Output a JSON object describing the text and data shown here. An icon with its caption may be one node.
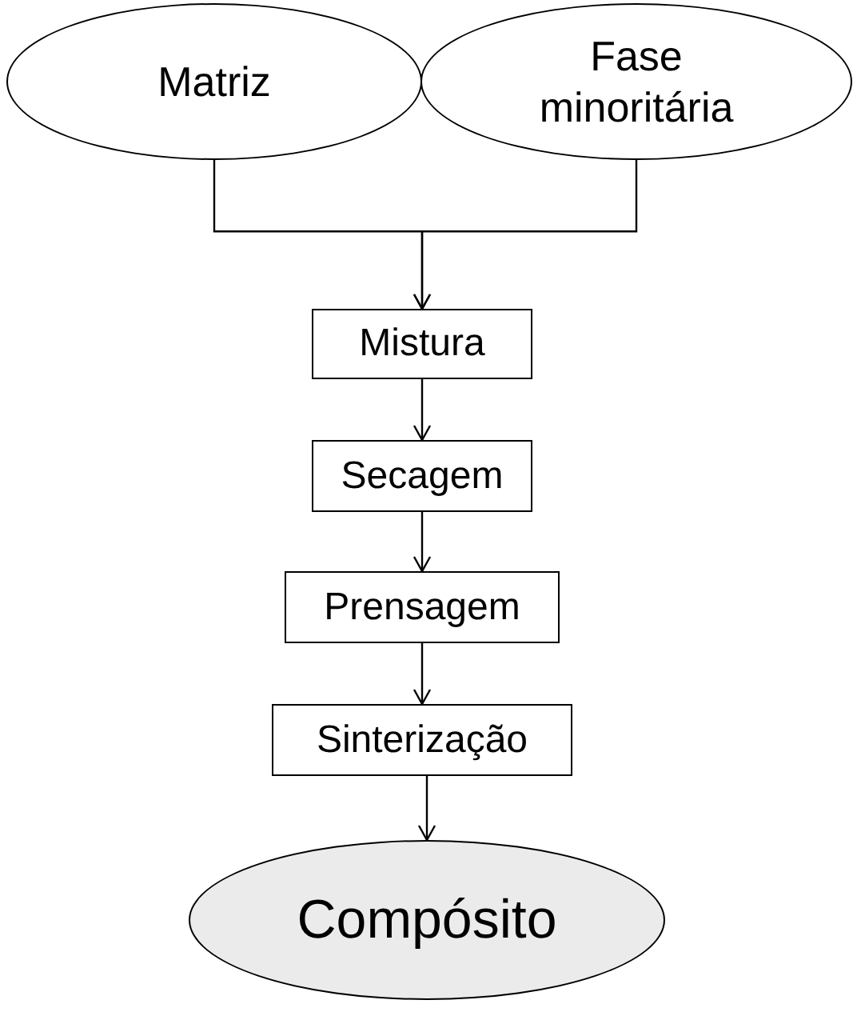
{
  "diagram": {
    "nodes": [
      {
        "text": [
          "Matriz"
        ]
      },
      {
        "text": [
          "Fase minoritária"
        ]
      },
      {
        "text": [
          "Mistura"
        ]
      },
      {
        "text": [
          "Secagem"
        ]
      },
      {
        "text": [
          "Prensagem"
        ]
      },
      {
        "text": [
          "Sinterização"
        ]
      },
      {
        "text": [
          "Compósito"
        ]
      }
    ],
    "edges": [
      {
        "from": 0,
        "to": 2,
        "arrow": "to"
      },
      {
        "from": 1,
        "to": 2,
        "arrow": "to"
      },
      {
        "from": 2,
        "to": 3,
        "arrow": "to"
      },
      {
        "from": 3,
        "to": 4,
        "arrow": "to"
      },
      {
        "from": 4,
        "to": 5,
        "arrow": "to"
      },
      {
        "from": 5,
        "to": 6,
        "arrow": "to"
      }
    ]
  }
}
